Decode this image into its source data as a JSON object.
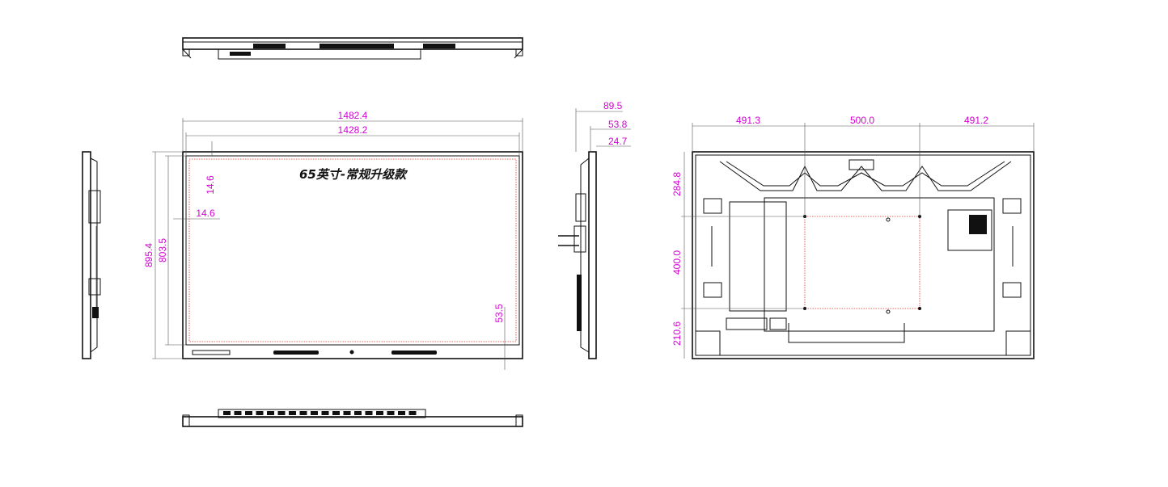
{
  "drawing": {
    "title": "65英寸-常规升级款"
  },
  "front_view": {
    "overall_width": "1482.4",
    "active_width": "1428.2",
    "overall_height": "895.4",
    "active_height": "803.5",
    "top_border": "14.6",
    "side_border": "14.6",
    "bottom_border": "53.5"
  },
  "side_view": {
    "overall_depth": "89.5",
    "body_depth": "53.8",
    "bezel_depth": "24.7"
  },
  "rear_view": {
    "left_span": "491.3",
    "center_span": "500.0",
    "right_span": "491.2",
    "top_span": "284.8",
    "mount_span": "400.0",
    "bottom_span": "210.6"
  }
}
